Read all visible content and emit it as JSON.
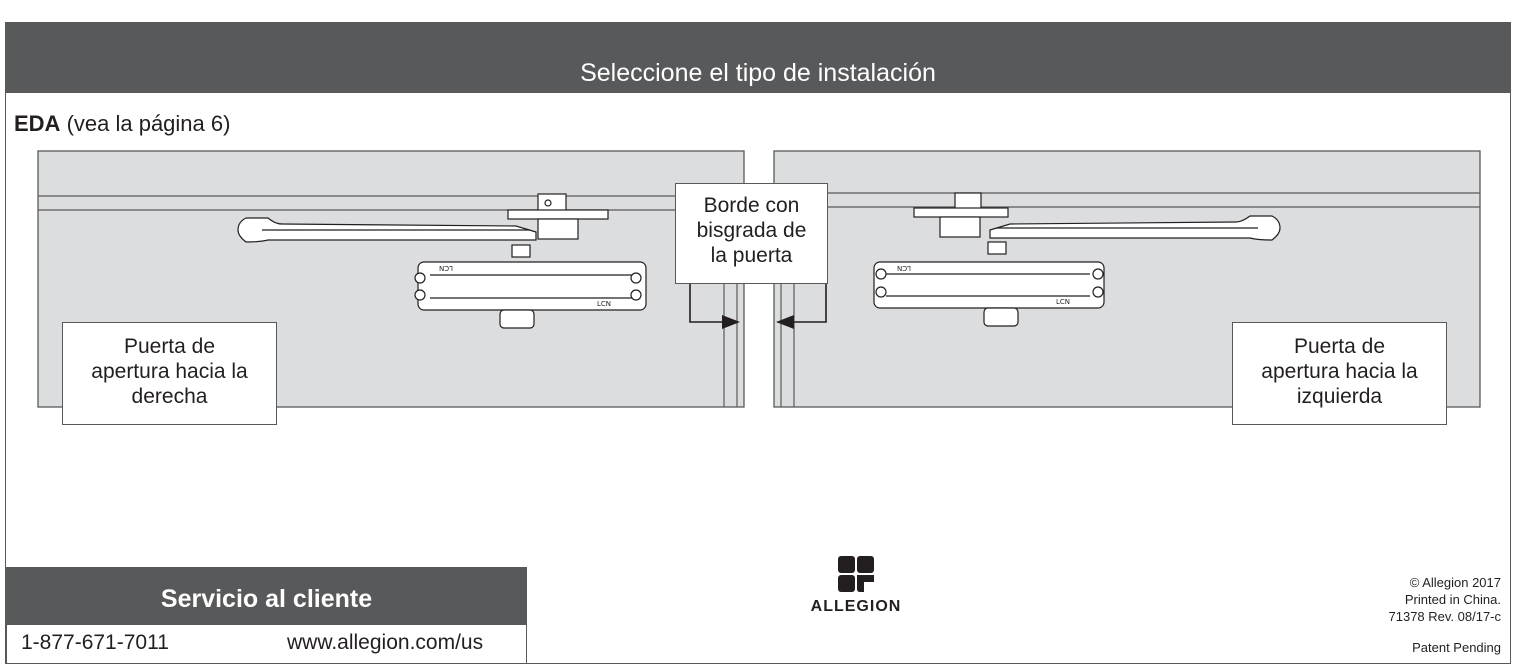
{
  "header": {
    "title": "Seleccione el tipo de instalación"
  },
  "section": {
    "code": "EDA",
    "reference": " (vea la página 6)"
  },
  "callouts": {
    "right_hand": {
      "line1": "Puerta de",
      "line2": "apertura hacia la",
      "line3": "derecha"
    },
    "bevel": {
      "line1": "Borde con",
      "line2": "bisgrada de",
      "line3": "la puerta"
    },
    "left_hand": {
      "line1": "Puerta de",
      "line2": "apertura hacia la",
      "line3": "izquierda"
    }
  },
  "closer": {
    "brand_text": "LCN"
  },
  "service": {
    "title": "Servicio al cliente",
    "phone": "1-877-671-7011",
    "website": "www.allegion.com/us"
  },
  "brand": {
    "name": "ALLEGION"
  },
  "legal": {
    "copyright": "© Allegion 2017",
    "printed": "Printed in China.",
    "revision": "71378 Rev. 08/17-c",
    "patent": "Patent Pending"
  },
  "colors": {
    "header": "#58595b",
    "door": "#dcdddf",
    "outline": "#58595b"
  }
}
